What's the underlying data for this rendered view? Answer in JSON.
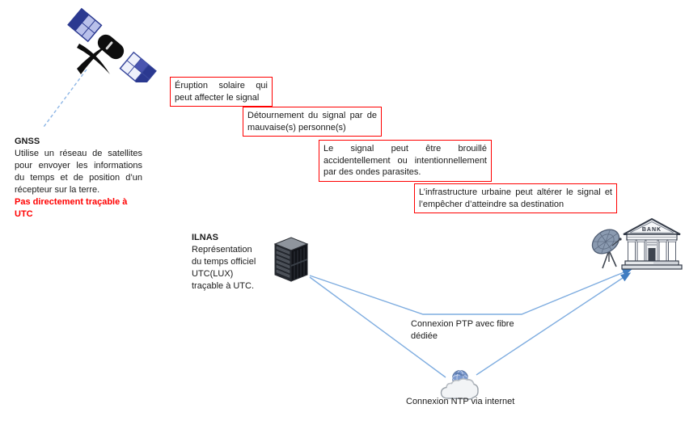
{
  "diagram": {
    "gnss": {
      "title": "GNSS",
      "description": "Utilise un réseau de satellites pour envoyer les informations du temps et de position d’un récepteur sur la terre.",
      "warning": "Pas directement traçable à UTC"
    },
    "ilnas": {
      "title": "ILNAS",
      "lines": [
        "Représentation",
        "du temps officiel",
        "UTC(LUX)",
        "traçable à UTC."
      ]
    },
    "threat_boxes": [
      {
        "text": "Éruption solaire qui peut affecter le signal"
      },
      {
        "text": "Détournement du signal par de mauvaise(s) personne(s)"
      },
      {
        "text": "Le signal peut être brouillé accidentellement ou intentionnellement par des ondes parasites."
      },
      {
        "text": "L’infrastructure urbaine peut altérer le signal et l’empêcher d’atteindre sa destination"
      }
    ],
    "connections": {
      "ptp_label": "Connexion PTP avec fibre dédiée",
      "ntp_label": "Connexion NTP via internet"
    },
    "bank_label": "BANK",
    "colors": {
      "threat_border": "#ff0000",
      "warning_text": "#ff0000",
      "connection_line": "#7fade0",
      "arrowhead": "#3f7cc1"
    }
  }
}
